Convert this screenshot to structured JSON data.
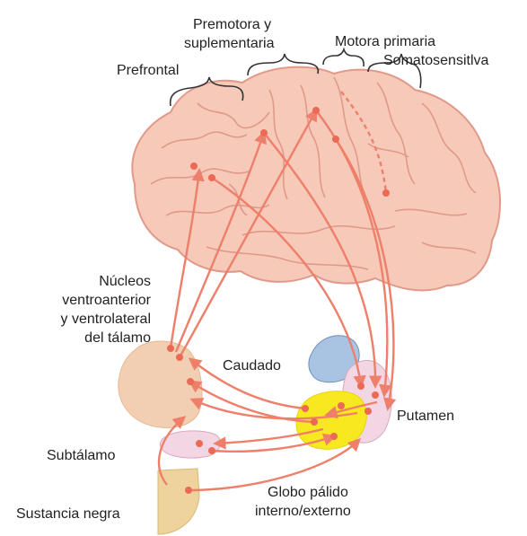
{
  "labels": {
    "premotora_line1": "Premotora y",
    "premotora_line2": "suplementaria",
    "motora_primaria": "Motora primaria",
    "prefrontal": "Prefrontal",
    "somatosensitiva": "Somatosensitlva",
    "nucleos_line1": "Núcleos",
    "nucleos_line2": "ventroanterior",
    "nucleos_line3": "y ventrolateral",
    "nucleos_line4": "del tálamo",
    "caudado": "Caudado",
    "putamen": "Putamen",
    "subtalamo": "Subtálamo",
    "globo_line1": "Globo pálido",
    "globo_line2": "interno/externo",
    "sustancia_negra": "Sustancia negra"
  },
  "colors": {
    "brain_fill": "#f6c9b8",
    "brain_stroke": "#e0998a",
    "pathway": "#ee7f6a",
    "node": "#ea6a55",
    "thalamus": "#f2cfb2",
    "caudate": "#a9c3e3",
    "putamen": "#f3d6e4",
    "globus_pallidus": "#f7e81f",
    "subthalamus": "#f3d6e4",
    "substantia_nigra": "#eed39c",
    "bracket": "#333333",
    "text": "#222222"
  }
}
